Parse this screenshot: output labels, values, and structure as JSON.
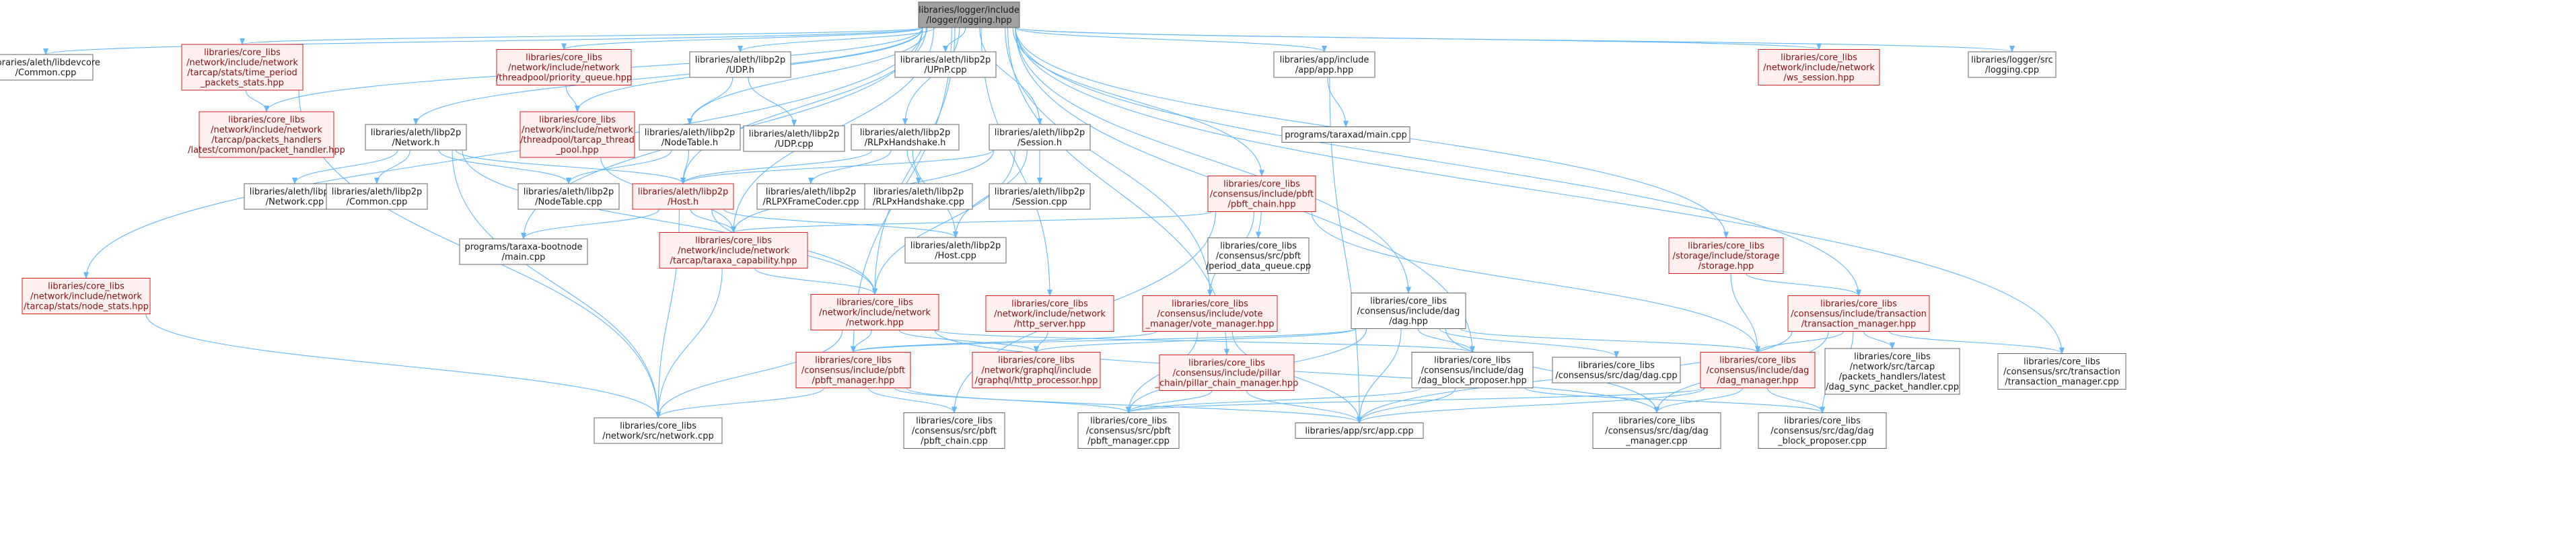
{
  "nodes": [
    {
      "id": "root",
      "style": "root",
      "lines": [
        "libraries/logger/include",
        "/logger/logging.hpp"
      ]
    },
    {
      "id": "devcore_common",
      "style": "plain",
      "lines": [
        "libraries/aleth/libdevcore",
        "/Common.cpp"
      ]
    },
    {
      "id": "time_period",
      "style": "red",
      "lines": [
        "libraries/core_libs",
        "/network/include/network",
        "/tarcap/stats/time_period",
        "_packets_stats.hpp"
      ]
    },
    {
      "id": "packet_handler",
      "style": "red",
      "lines": [
        "libraries/core_libs",
        "/network/include/network",
        "/tarcap/packets_handlers",
        "/latest/common/packet_handler.hpp"
      ]
    },
    {
      "id": "priority_queue",
      "style": "red",
      "lines": [
        "libraries/core_libs",
        "/network/include/network",
        "/threadpool/priority_queue.hpp"
      ]
    },
    {
      "id": "tarcap_thread_pool",
      "style": "red",
      "lines": [
        "libraries/core_libs",
        "/network/include/network",
        "/threadpool/tarcap_thread",
        "_pool.hpp"
      ]
    },
    {
      "id": "udp_h",
      "style": "plain",
      "lines": [
        "libraries/aleth/libp2p",
        "/UDP.h"
      ]
    },
    {
      "id": "upnp",
      "style": "plain",
      "lines": [
        "libraries/aleth/libp2p",
        "/UPnP.cpp"
      ]
    },
    {
      "id": "udp_cpp",
      "style": "plain",
      "lines": [
        "libraries/aleth/libp2p",
        "/UDP.cpp"
      ]
    },
    {
      "id": "nodetable_h",
      "style": "plain",
      "lines": [
        "libraries/aleth/libp2p",
        "/NodeTable.h"
      ]
    },
    {
      "id": "rlpx_handshake_h",
      "style": "plain",
      "lines": [
        "libraries/aleth/libp2p",
        "/RLPxHandshake.h"
      ]
    },
    {
      "id": "session_h",
      "style": "plain",
      "lines": [
        "libraries/aleth/libp2p",
        "/Session.h"
      ]
    },
    {
      "id": "network_h",
      "style": "plain",
      "lines": [
        "libraries/aleth/libp2p",
        "/Network.h"
      ]
    },
    {
      "id": "network_cpp",
      "style": "plain",
      "lines": [
        "libraries/aleth/libp2p",
        "/Network.cpp"
      ]
    },
    {
      "id": "common_cpp",
      "style": "plain",
      "lines": [
        "libraries/aleth/libp2p",
        "/Common.cpp"
      ]
    },
    {
      "id": "nodetable_cpp",
      "style": "plain",
      "lines": [
        "libraries/aleth/libp2p",
        "/NodeTable.cpp"
      ]
    },
    {
      "id": "host_h",
      "style": "red",
      "lines": [
        "libraries/aleth/libp2p",
        "/Host.h"
      ]
    },
    {
      "id": "rlpx_frame",
      "style": "plain",
      "lines": [
        "libraries/aleth/libp2p",
        "/RLPXFrameCoder.cpp"
      ]
    },
    {
      "id": "rlpx_handshake_cpp",
      "style": "plain",
      "lines": [
        "libraries/aleth/libp2p",
        "/RLPxHandshake.cpp"
      ]
    },
    {
      "id": "session_cpp",
      "style": "plain",
      "lines": [
        "libraries/aleth/libp2p",
        "/Session.cpp"
      ]
    },
    {
      "id": "app_hpp",
      "style": "plain",
      "lines": [
        "libraries/app/include",
        "/app/app.hpp"
      ]
    },
    {
      "id": "taraxad_main",
      "style": "plain",
      "lines": [
        "programs/taraxad/main.cpp"
      ]
    },
    {
      "id": "ws_session",
      "style": "red",
      "lines": [
        "libraries/core_libs",
        "/network/include/network",
        "/ws_session.hpp"
      ]
    },
    {
      "id": "logging_cpp",
      "style": "plain",
      "lines": [
        "libraries/logger/src",
        "/logging.cpp"
      ]
    },
    {
      "id": "pbft_chain_hpp",
      "style": "red",
      "lines": [
        "libraries/core_libs",
        "/consensus/include/pbft",
        "/pbft_chain.hpp"
      ]
    },
    {
      "id": "period_data_queue",
      "style": "plain",
      "lines": [
        "libraries/core_libs",
        "/consensus/src/pbft",
        "/period_data_queue.cpp"
      ]
    },
    {
      "id": "bootnode_main",
      "style": "plain",
      "lines": [
        "programs/taraxa-bootnode",
        "/main.cpp"
      ]
    },
    {
      "id": "taraxa_capability",
      "style": "red",
      "lines": [
        "libraries/core_libs",
        "/network/include/network",
        "/tarcap/taraxa_capability.hpp"
      ]
    },
    {
      "id": "host_cpp",
      "style": "plain",
      "lines": [
        "libraries/aleth/libp2p",
        "/Host.cpp"
      ]
    },
    {
      "id": "storage_hpp",
      "style": "red",
      "lines": [
        "libraries/core_libs",
        "/storage/include/storage",
        "/storage.hpp"
      ]
    },
    {
      "id": "node_stats",
      "style": "red",
      "lines": [
        "libraries/core_libs",
        "/network/include/network",
        "/tarcap/stats/node_stats.hpp"
      ]
    },
    {
      "id": "network_hpp",
      "style": "red",
      "lines": [
        "libraries/core_libs",
        "/network/include/network",
        "/network.hpp"
      ]
    },
    {
      "id": "http_server",
      "style": "red",
      "lines": [
        "libraries/core_libs",
        "/network/include/network",
        "/http_server.hpp"
      ]
    },
    {
      "id": "vote_manager",
      "style": "red",
      "lines": [
        "libraries/core_libs",
        "/consensus/include/vote",
        "_manager/vote_manager.hpp"
      ]
    },
    {
      "id": "dag_hpp",
      "style": "plain",
      "lines": [
        "libraries/core_libs",
        "/consensus/include/dag",
        "/dag.hpp"
      ]
    },
    {
      "id": "transaction_manager_hpp",
      "style": "red",
      "lines": [
        "libraries/core_libs",
        "/consensus/include/transaction",
        "/transaction_manager.hpp"
      ]
    },
    {
      "id": "pbft_manager_hpp",
      "style": "red",
      "lines": [
        "libraries/core_libs",
        "/consensus/include/pbft",
        "/pbft_manager.hpp"
      ]
    },
    {
      "id": "http_processor",
      "style": "red",
      "lines": [
        "libraries/core_libs",
        "/network/graphql/include",
        "/graphql/http_processor.hpp"
      ]
    },
    {
      "id": "pillar_chain_manager",
      "style": "red",
      "lines": [
        "libraries/core_libs",
        "/consensus/include/pillar",
        "_chain/pillar_chain_manager.hpp"
      ]
    },
    {
      "id": "dag_block_proposer_hpp",
      "style": "plain",
      "lines": [
        "libraries/core_libs",
        "/consensus/include/dag",
        "/dag_block_proposer.hpp"
      ]
    },
    {
      "id": "dag_cpp",
      "style": "plain",
      "lines": [
        "libraries/core_libs",
        "/consensus/src/dag/dag.cpp"
      ]
    },
    {
      "id": "dag_manager_hpp",
      "style": "red",
      "lines": [
        "libraries/core_libs",
        "/consensus/include/dag",
        "/dag_manager.hpp"
      ]
    },
    {
      "id": "dag_sync_packet_handler",
      "style": "plain",
      "lines": [
        "libraries/core_libs",
        "/network/src/tarcap",
        "/packets_handlers/latest",
        "/dag_sync_packet_handler.cpp"
      ]
    },
    {
      "id": "transaction_manager_cpp",
      "style": "plain",
      "lines": [
        "libraries/core_libs",
        "/consensus/src/transaction",
        "/transaction_manager.cpp"
      ]
    },
    {
      "id": "network_cpp_core",
      "style": "plain",
      "lines": [
        "libraries/core_libs",
        "/network/src/network.cpp"
      ]
    },
    {
      "id": "pbft_chain_cpp",
      "style": "plain",
      "lines": [
        "libraries/core_libs",
        "/consensus/src/pbft",
        "/pbft_chain.cpp"
      ]
    },
    {
      "id": "pbft_manager_cpp",
      "style": "plain",
      "lines": [
        "libraries/core_libs",
        "/consensus/src/pbft",
        "/pbft_manager.cpp"
      ]
    },
    {
      "id": "app_cpp",
      "style": "plain",
      "lines": [
        "libraries/app/src/app.cpp"
      ]
    },
    {
      "id": "dag_manager_cpp",
      "style": "plain",
      "lines": [
        "libraries/core_libs",
        "/consensus/src/dag/dag",
        "_manager.cpp"
      ]
    },
    {
      "id": "dag_block_proposer_cpp",
      "style": "plain",
      "lines": [
        "libraries/core_libs",
        "/consensus/src/dag/dag",
        "_block_proposer.cpp"
      ]
    }
  ],
  "edges": [
    [
      "root",
      "devcore_common"
    ],
    [
      "root",
      "time_period"
    ],
    [
      "root",
      "packet_handler"
    ],
    [
      "root",
      "priority_queue"
    ],
    [
      "root",
      "tarcap_thread_pool"
    ],
    [
      "root",
      "udp_h"
    ],
    [
      "root",
      "upnp"
    ],
    [
      "root",
      "nodetable_h"
    ],
    [
      "root",
      "rlpx_handshake_h"
    ],
    [
      "root",
      "session_h"
    ],
    [
      "root",
      "network_h"
    ],
    [
      "root",
      "host_h"
    ],
    [
      "root",
      "app_hpp"
    ],
    [
      "root",
      "ws_session"
    ],
    [
      "root",
      "logging_cpp"
    ],
    [
      "root",
      "pbft_chain_hpp"
    ],
    [
      "root",
      "bootnode_main"
    ],
    [
      "root",
      "storage_hpp"
    ],
    [
      "root",
      "node_stats"
    ],
    [
      "root",
      "network_hpp"
    ],
    [
      "root",
      "http_server"
    ],
    [
      "root",
      "vote_manager"
    ],
    [
      "root",
      "dag_hpp"
    ],
    [
      "root",
      "transaction_manager_hpp"
    ],
    [
      "root",
      "pbft_manager_hpp"
    ],
    [
      "root",
      "pillar_chain_manager"
    ],
    [
      "root",
      "dag_block_proposer_hpp"
    ],
    [
      "root",
      "transaction_manager_cpp"
    ],
    [
      "root",
      "taraxa_capability"
    ],
    [
      "time_period",
      "packet_handler"
    ],
    [
      "time_period",
      "network_cpp_core"
    ],
    [
      "priority_queue",
      "tarcap_thread_pool"
    ],
    [
      "tarcap_thread_pool",
      "taraxa_capability"
    ],
    [
      "udp_h",
      "udp_cpp"
    ],
    [
      "udp_h",
      "nodetable_h"
    ],
    [
      "nodetable_h",
      "nodetable_cpp"
    ],
    [
      "nodetable_h",
      "host_h"
    ],
    [
      "rlpx_handshake_h",
      "rlpx_frame"
    ],
    [
      "rlpx_handshake_h",
      "rlpx_handshake_cpp"
    ],
    [
      "rlpx_handshake_h",
      "host_h"
    ],
    [
      "rlpx_handshake_h",
      "host_cpp"
    ],
    [
      "session_h",
      "session_cpp"
    ],
    [
      "session_h",
      "host_h"
    ],
    [
      "session_h",
      "host_cpp"
    ],
    [
      "session_h",
      "taraxa_capability"
    ],
    [
      "session_h",
      "network_hpp"
    ],
    [
      "network_h",
      "network_cpp"
    ],
    [
      "network_h",
      "common_cpp"
    ],
    [
      "network_h",
      "nodetable_cpp"
    ],
    [
      "network_h",
      "host_h"
    ],
    [
      "network_h",
      "network_hpp"
    ],
    [
      "network_h",
      "network_cpp_core"
    ],
    [
      "host_h",
      "bootnode_main"
    ],
    [
      "host_h",
      "host_cpp"
    ],
    [
      "host_h",
      "taraxa_capability"
    ],
    [
      "host_h",
      "network_hpp"
    ],
    [
      "host_h",
      "network_cpp_core"
    ],
    [
      "app_hpp",
      "taraxad_main"
    ],
    [
      "app_hpp",
      "app_cpp"
    ],
    [
      "pbft_chain_hpp",
      "period_data_queue"
    ],
    [
      "pbft_chain_hpp",
      "taraxa_capability"
    ],
    [
      "pbft_chain_hpp",
      "vote_manager"
    ],
    [
      "pbft_chain_hpp",
      "dag_manager_hpp"
    ],
    [
      "pbft_chain_hpp",
      "pbft_chain_cpp"
    ],
    [
      "taraxa_capability",
      "network_hpp"
    ],
    [
      "taraxa_capability",
      "network_cpp_core"
    ],
    [
      "storage_hpp",
      "transaction_manager_hpp"
    ],
    [
      "storage_hpp",
      "dag_manager_hpp"
    ],
    [
      "node_stats",
      "network_cpp_core"
    ],
    [
      "network_hpp",
      "pbft_manager_hpp"
    ],
    [
      "network_hpp",
      "http_processor"
    ],
    [
      "network_hpp",
      "network_cpp_core"
    ],
    [
      "network_hpp",
      "dag_block_proposer_hpp"
    ],
    [
      "network_hpp",
      "dag_manager_cpp"
    ],
    [
      "http_server",
      "http_processor"
    ],
    [
      "vote_manager",
      "pbft_manager_hpp"
    ],
    [
      "vote_manager",
      "pbft_manager_cpp"
    ],
    [
      "vote_manager",
      "app_cpp"
    ],
    [
      "dag_hpp",
      "pbft_manager_hpp"
    ],
    [
      "dag_hpp",
      "dag_block_proposer_hpp"
    ],
    [
      "dag_hpp",
      "dag_cpp"
    ],
    [
      "dag_hpp",
      "dag_manager_hpp"
    ],
    [
      "dag_hpp",
      "app_cpp"
    ],
    [
      "dag_hpp",
      "dag_manager_cpp"
    ],
    [
      "dag_hpp",
      "pbft_manager_cpp"
    ],
    [
      "dag_hpp",
      "http_processor"
    ],
    [
      "transaction_manager_hpp",
      "dag_manager_hpp"
    ],
    [
      "transaction_manager_hpp",
      "dag_sync_packet_handler"
    ],
    [
      "transaction_manager_hpp",
      "transaction_manager_cpp"
    ],
    [
      "transaction_manager_hpp",
      "app_cpp"
    ],
    [
      "transaction_manager_hpp",
      "dag_block_proposer_cpp"
    ],
    [
      "transaction_manager_hpp",
      "dag_manager_cpp"
    ],
    [
      "pbft_manager_hpp",
      "network_cpp_core"
    ],
    [
      "pbft_manager_hpp",
      "pbft_chain_cpp"
    ],
    [
      "pbft_manager_hpp",
      "pbft_manager_cpp"
    ],
    [
      "pbft_manager_hpp",
      "app_cpp"
    ],
    [
      "pillar_chain_manager",
      "pbft_manager_cpp"
    ],
    [
      "pillar_chain_manager",
      "app_cpp"
    ],
    [
      "dag_block_proposer_hpp",
      "app_cpp"
    ],
    [
      "dag_block_proposer_hpp",
      "dag_block_proposer_cpp"
    ],
    [
      "dag_block_proposer_hpp",
      "pbft_manager_cpp"
    ],
    [
      "dag_manager_hpp",
      "app_cpp"
    ],
    [
      "dag_manager_hpp",
      "dag_manager_cpp"
    ],
    [
      "dag_manager_hpp",
      "dag_block_proposer_cpp"
    ],
    [
      "dag_manager_hpp",
      "pbft_manager_cpp"
    ],
    [
      "app_hpp",
      "app_cpp"
    ],
    [
      "rlpx_handshake_h",
      "host_cpp"
    ]
  ],
  "colors": {
    "edge": "#63b8ff",
    "red_border": "#d02020",
    "red_fill": "#fff0f0",
    "root_fill": "#a0a0a0"
  }
}
